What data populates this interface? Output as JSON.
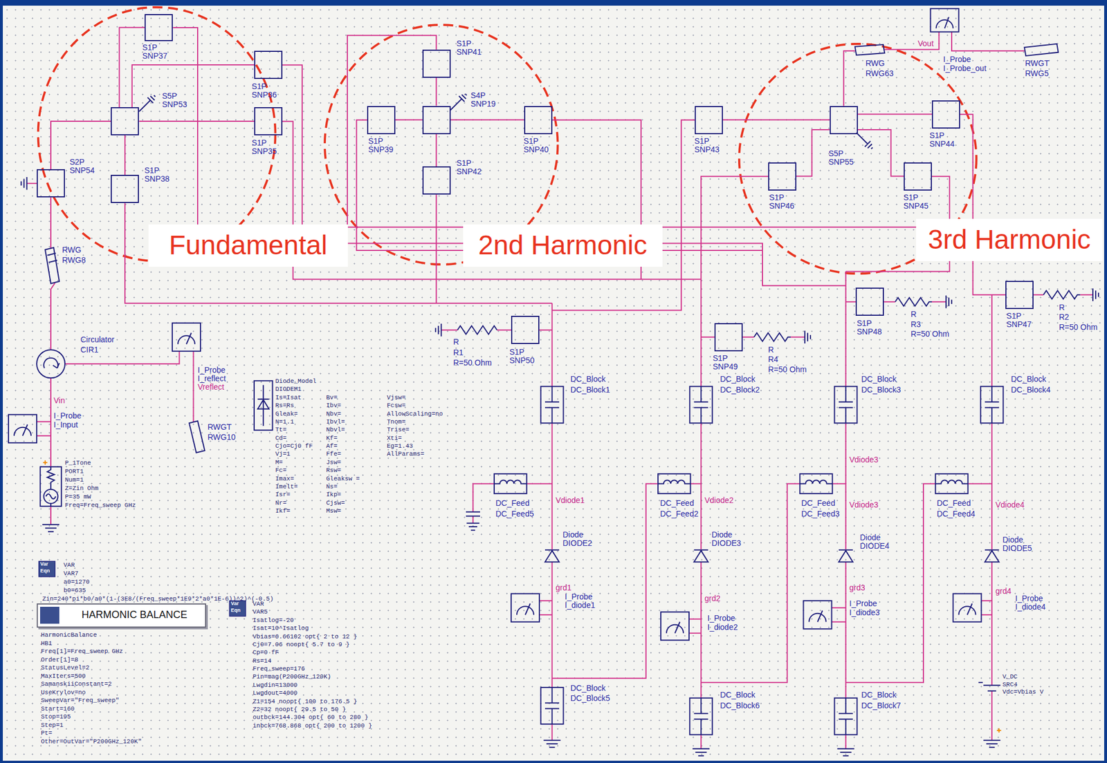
{
  "diagram": {
    "nodes": [
      {
        "text": [
          "S1P",
          "SNP37"
        ]
      },
      {
        "text": [
          "S5P",
          "SNP53"
        ]
      },
      {
        "text": [
          "S1P",
          "SNP36"
        ]
      },
      {
        "text": [
          "S1P",
          "SNP35"
        ]
      },
      {
        "text": [
          "S2P",
          "SNP54"
        ]
      },
      {
        "text": [
          "S1P",
          "SNP38"
        ]
      },
      {
        "text": [
          "S1P",
          "SNP41"
        ]
      },
      {
        "text": [
          "S1P",
          "SNP39"
        ]
      },
      {
        "text": [
          "S4P",
          "SNP19"
        ]
      },
      {
        "text": [
          "S1P",
          "SNP40"
        ]
      },
      {
        "text": [
          "S1P",
          "SNP42"
        ]
      },
      {
        "text": [
          "S1P",
          "SNP43"
        ]
      },
      {
        "text": [
          "S5P",
          "SNP55"
        ]
      },
      {
        "text": [
          "S1P",
          "SNP44"
        ]
      },
      {
        "text": [
          "S1P",
          "SNP46"
        ]
      },
      {
        "text": [
          "S1P",
          "SNP45"
        ]
      },
      {
        "text": [
          "Fundamental"
        ]
      },
      {
        "text": [
          "2nd Harmonic"
        ]
      },
      {
        "text": [
          "3rd Harmonic"
        ]
      },
      {
        "text": [
          "S1P",
          "SNP50"
        ]
      },
      {
        "text": [
          "S1P",
          "SNP49"
        ]
      },
      {
        "text": [
          "S1P",
          "SNP48"
        ]
      },
      {
        "text": [
          "S1P",
          "SNP47"
        ]
      },
      {
        "text": [
          "HARMONIC BALANCE"
        ]
      }
    ],
    "edges": [
      {
        "from": 1,
        "to": 0,
        "arrow": "none"
      },
      {
        "from": 1,
        "to": 2,
        "arrow": "none"
      },
      {
        "from": 1,
        "to": 3,
        "arrow": "none"
      },
      {
        "from": 1,
        "to": 5,
        "arrow": "none"
      },
      {
        "from": 4,
        "to": 1,
        "arrow": "none"
      },
      {
        "from": 8,
        "to": 6,
        "arrow": "none"
      },
      {
        "from": 7,
        "to": 8,
        "arrow": "none"
      },
      {
        "from": 8,
        "to": 9,
        "arrow": "none"
      },
      {
        "from": 8,
        "to": 10,
        "arrow": "none"
      },
      {
        "from": 11,
        "to": 12,
        "arrow": "none"
      },
      {
        "from": 12,
        "to": 13,
        "arrow": "none"
      },
      {
        "from": 12,
        "to": 15,
        "arrow": "none"
      },
      {
        "from": 12,
        "to": 14,
        "arrow": "none"
      }
    ],
    "labels": [
      "RWG",
      "RWG63",
      "Vout",
      "I_Probe",
      "I_Probe_out",
      "RWGT",
      "RWG5",
      "RWG",
      "RWG8",
      "Circulator",
      "CIR1",
      "I_Probe",
      "I_reflect",
      "Vreflect",
      "RWGT",
      "RWG10",
      "Vin",
      "I_Probe",
      "I_Input",
      "P_1Tone",
      "PORT1",
      "Num=1",
      "Z=Zin Ohm",
      "P=35 mW",
      "Freq=Freq_sweep GHz",
      "Diode_Model",
      "DIODEM1",
      "Is=Isat",
      "Rs=Rs",
      "Gleak=",
      "N=1.1",
      "Tt=",
      "Cd=",
      "Cjo=Cj0 fF",
      "Vj=1",
      "M=",
      "Fc=",
      "Imax=",
      "Imelt=",
      "Isr=",
      "Nr=",
      "Ikf=",
      "Bv=",
      "Ibv=",
      "Nbv=",
      "Ibvl=",
      "Nbvl=",
      "Kf=",
      "Af=",
      "Ffe=",
      "Jsw=",
      "Rsw=",
      "Gleaksw =",
      "Ns=",
      "Ikp=",
      "Cjsw=",
      "Msw=",
      "Vjsw=",
      "Fcsw=",
      "AllowScaling=no",
      "Tnom=",
      "Trise=",
      "Xti=",
      "Eg=1.43",
      "AllParams=",
      "Var",
      "Eqn",
      "VAR",
      "VAR7",
      "a0=1270",
      "b0=635",
      "Zin=240*pi*b0/a0*(1-(3E8/(Freq_sweep*1E9*2*a0*1E-6))^2)^(-0.5)",
      "HarmonicBalance",
      "HB1",
      "Freq[1]=Freq_sweep GHz",
      "Order[1]=8",
      "StatusLevel=2",
      "MaxIters=500",
      "SamanskiiConstant=2",
      "UseKrylov=no",
      "SweepVar=\"Freq_sweep\"",
      "Start=160",
      "Stop=195",
      "Step=1",
      "Pt=",
      "Other=OutVar=\"P200GHz_120K\"",
      "Var",
      "Eqn",
      "VAR",
      "VAR5",
      "Isatlog=-20",
      "Isat=10^Isatlog",
      "Vbias=6.66102 opt{ 2 to 12 }",
      "Cj0=7.06 noopt{ 5.7 to 9 }",
      "Cp=0 fF",
      "Rs=14",
      "Freq_sweep=176",
      "Pin=mag(P200GHz_120K)",
      "Lwgdin=13000",
      "Lwgdout=4000",
      "Z1=154 noopt{ 100 to 176.5 }",
      "Z2=32 noopt{ 29.5 to 50 }",
      "outbck=144.304 opt{ 60 to 280 }",
      "inbck=768.868 opt{ 200 to 1200 }",
      "R",
      "R1",
      "R=50 Ohm",
      "R",
      "R4",
      "R=50 Ohm",
      "R",
      "R3",
      "R=50 Ohm",
      "R",
      "R2",
      "R=50 Ohm",
      "DC_Block",
      "DC_Block1",
      "DC_Block",
      "DC_Block2",
      "DC_Block",
      "DC_Block3",
      "DC_Block",
      "DC_Block4",
      "Vdiode3",
      "DC_Feed",
      "DC_Feed5",
      "Vdiode1",
      "DC_Feed",
      "DC_Feed2",
      "Vdiode2",
      "DC_Feed",
      "DC_Feed3",
      "Vdiode3",
      "DC_Feed",
      "DC_Feed4",
      "Vdiode4",
      "Diode",
      "DIODE2",
      "Diode",
      "DIODE3",
      "Diode",
      "DIODE4",
      "Diode",
      "DIODE5",
      "grd1",
      "I_Probe",
      "I_diode1",
      "grd2",
      "I_Probe",
      "I_diode2",
      "grd3",
      "I_Probe",
      "I_diode3",
      "grd4",
      "I_Probe",
      "I_diode4",
      "DC_Block",
      "DC_Block5",
      "DC_Block",
      "DC_Block6",
      "DC_Block",
      "DC_Block7",
      "V_DC",
      "SRC4",
      "Vdc=Vbias V"
    ]
  }
}
